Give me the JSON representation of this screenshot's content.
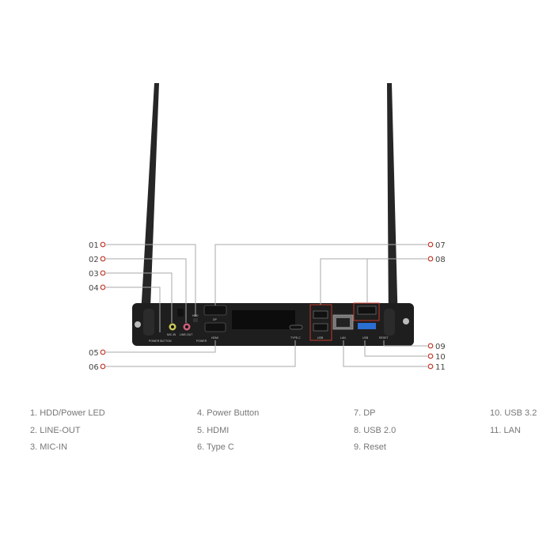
{
  "callouts_left": [
    {
      "num": "01"
    },
    {
      "num": "02"
    },
    {
      "num": "03"
    },
    {
      "num": "04"
    },
    {
      "num": "05"
    },
    {
      "num": "06"
    }
  ],
  "callouts_right": [
    {
      "num": "07"
    },
    {
      "num": "08"
    },
    {
      "num": "09"
    },
    {
      "num": "10"
    },
    {
      "num": "11"
    }
  ],
  "device_labels": {
    "power_button": "POWER BUTTON",
    "mic_in": "MIC-IN",
    "line_out": "LINE-OUT",
    "hdd": "HDD",
    "power": "POWER",
    "dp": "DP",
    "hdmi": "HDMI",
    "type_c": "TYPE-C",
    "usb_left": "USB",
    "lan": "LAN",
    "usb_right": "USB",
    "reset": "RESET"
  },
  "legend": [
    [
      "1. HDD/Power LED",
      "2. LINE-OUT",
      "3. MIC-IN"
    ],
    [
      "4. Power Button",
      "5. HDMI",
      "6. Type C"
    ],
    [
      "7. DP",
      "8. USB 2.0",
      "9. Reset"
    ],
    [
      "10. USB 3.2",
      "11. LAN"
    ]
  ],
  "colors": {
    "callout_marker": "#c0392b",
    "leader_line": "#aaaaaa",
    "highlight_box": "#c0392b",
    "device": "#1e1e1e",
    "legend_text": "#777777"
  }
}
